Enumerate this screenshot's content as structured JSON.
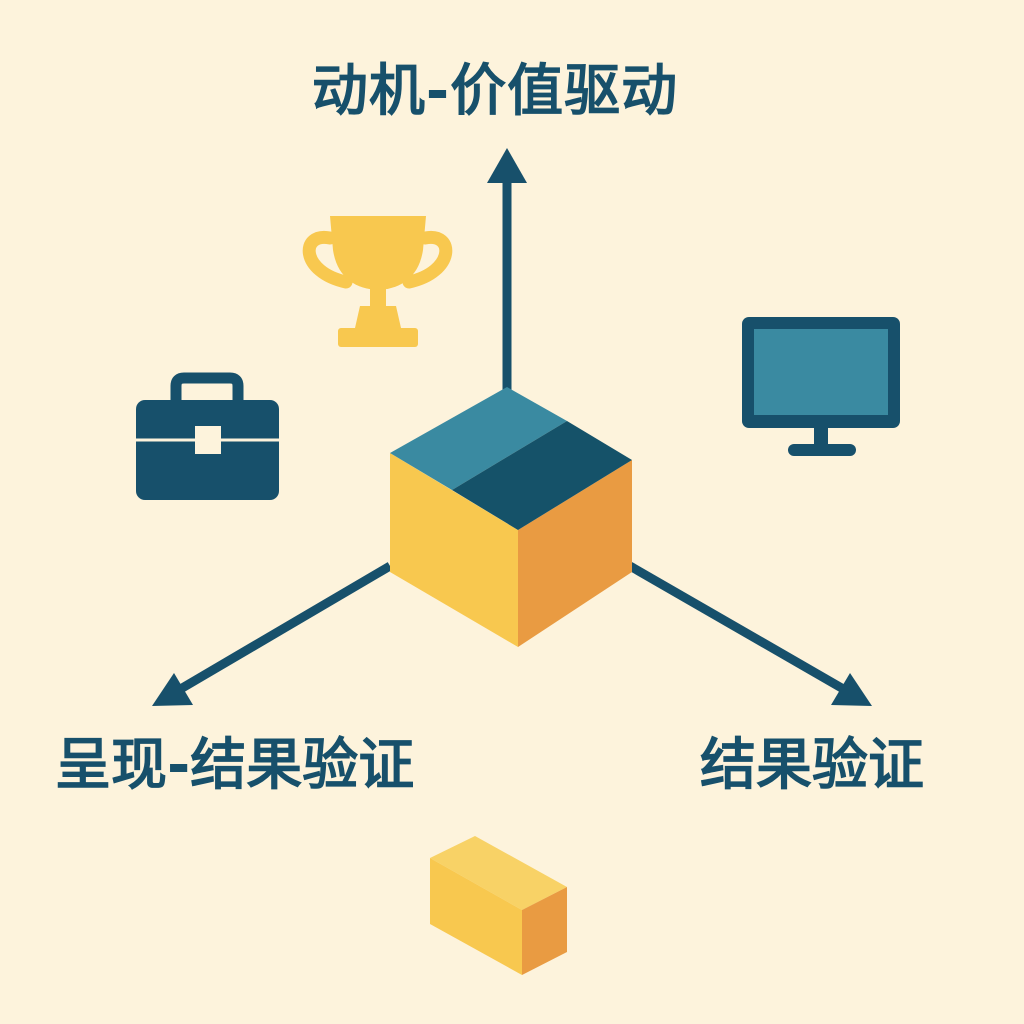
{
  "labels": {
    "top": "动机-价值驱动",
    "left": "呈现-结果验证",
    "right": "结果验证"
  },
  "icons": {
    "trophy": "trophy-icon",
    "briefcase": "briefcase-icon",
    "monitor": "monitor-icon",
    "cube": "cube-icon",
    "small_block": "small-block-icon"
  },
  "colors": {
    "background": "#fdf3dc",
    "navy": "#17506b",
    "teal": "#3a8aa1",
    "dark_teal": "#155269",
    "yellow": "#f8c84f",
    "orange": "#e99b42"
  }
}
